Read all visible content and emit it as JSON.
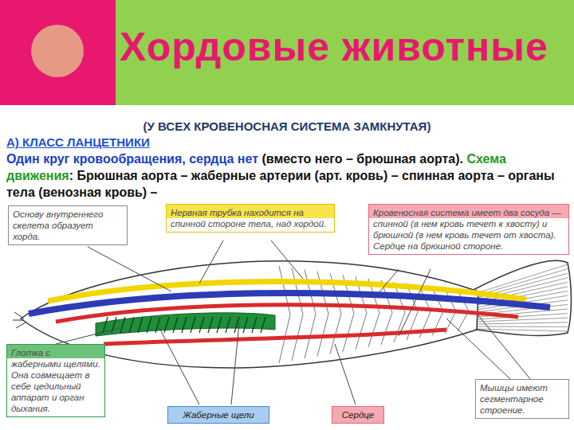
{
  "diagram": {
    "title": "Хордовые животные",
    "nodes": [
      {
        "text": [
          "Основу внутреннего скелета образует хорда."
        ]
      },
      {
        "text": [
          "Нервная трубка находится на спинной стороне тела, над хордой."
        ]
      },
      {
        "text": [
          "Кровеносная система имеет два сосуда — спинной (в нем кровь течет к хвосту) и брюшной (в нем кровь течет от хвоста). Сердце на брюшной стороне."
        ]
      },
      {
        "text": [
          "Глотка с жаберными щелями. Она совмещает в себе цедильный аппарат и орган дыхания."
        ]
      },
      {
        "text": [
          "Жаберные щели"
        ]
      },
      {
        "text": [
          "Сердце"
        ]
      },
      {
        "text": [
          "Мышцы имеют сегментарное строение."
        ]
      }
    ],
    "labels": [
      "(У ВСЕХ КРОВЕНОСНАЯ СИСТЕМА ЗАМКНУТАЯ)",
      "А) КЛАСС ЛАНЦЕТНИКИ",
      "Один круг кровообращения, сердца нет",
      "(вместо него – брюшная аорта).",
      "Схема движения",
      ": Брюшная аорта – жаберные артерии (арт. кровь) – спинная аорта – органы тела (венозная кровь) –"
    ]
  }
}
